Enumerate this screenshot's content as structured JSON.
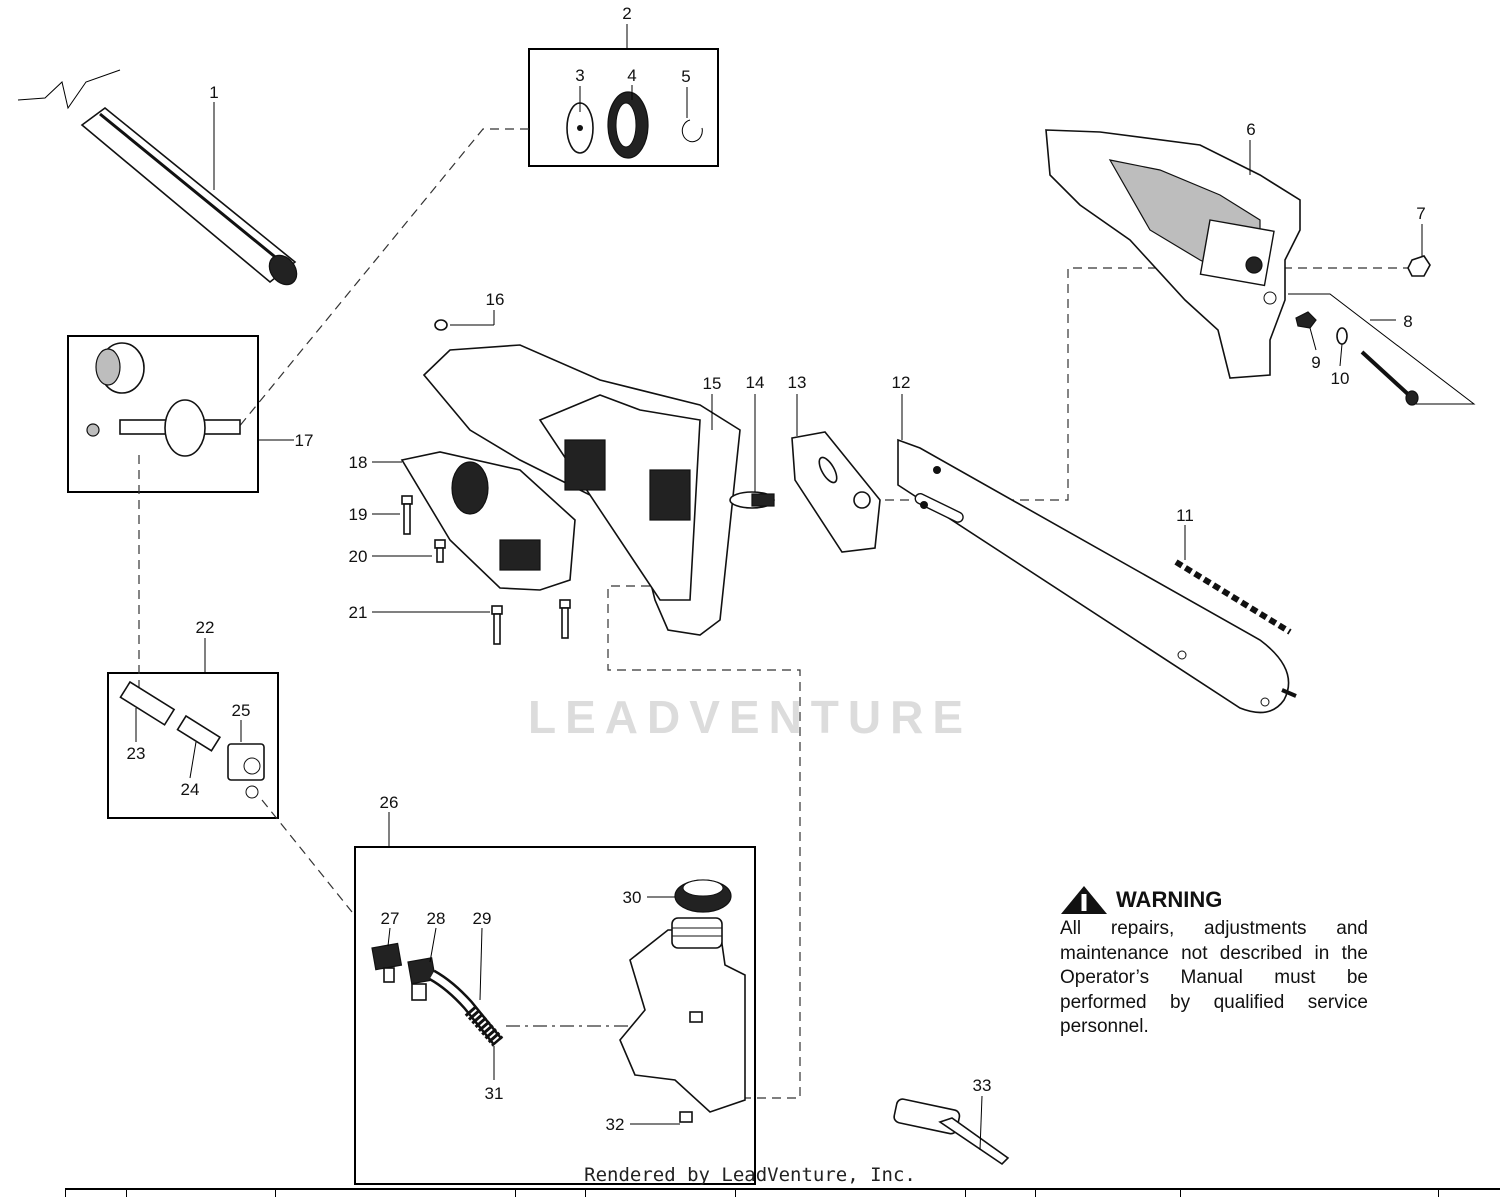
{
  "labels": [
    "1",
    "2",
    "3",
    "4",
    "5",
    "6",
    "7",
    "8",
    "9",
    "10",
    "11",
    "12",
    "13",
    "14",
    "15",
    "16",
    "17",
    "18",
    "19",
    "20",
    "21",
    "22",
    "23",
    "24",
    "25",
    "26",
    "27",
    "28",
    "29",
    "30",
    "31",
    "32",
    "33"
  ],
  "warning": {
    "title": "WARNING",
    "text": "All repairs, adjustments and maintenance not described in the Operator’s Manual must be performed by qualified  service personnel.",
    "icon": "warning-triangle-icon"
  },
  "watermark": "LEADVENTURE",
  "footer": "Rendered by LeadVenture, Inc."
}
